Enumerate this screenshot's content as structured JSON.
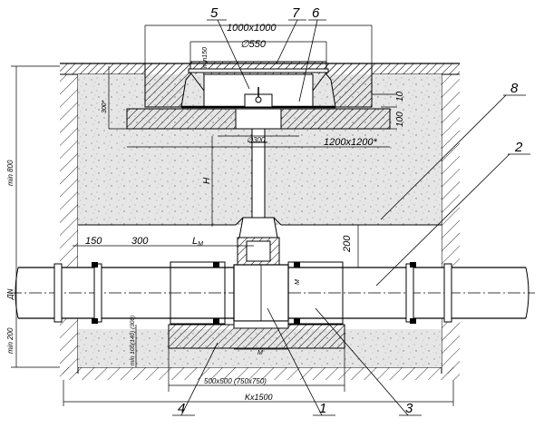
{
  "callouts": {
    "c1": "1",
    "c2": "2",
    "c3": "3",
    "c4": "4",
    "c5": "5",
    "c6": "6",
    "c7": "7",
    "c8": "8"
  },
  "dimensions": {
    "hatch_size": "1000x1000",
    "hatch_diameter": "∅550",
    "hatch_height": "min150",
    "slab_thickness_a": "10",
    "slab_thickness_b": "100",
    "slab_offset": "300*",
    "stem_diameter": "∅300",
    "slab_size": "1200x1200*",
    "depth": "min 800",
    "height_h": "H",
    "left_150": "150",
    "left_300": "300",
    "lm": "L",
    "lm_sub": "M",
    "right_200": "200",
    "dn": "ДN",
    "m_right": "M",
    "bottom_min200": "min 200",
    "base_height": "min 100(140) (300)",
    "base_m": "M",
    "base_500": "500x500 (750x750)",
    "kx1500": "Kx1500"
  },
  "colors": {
    "line": "#000000",
    "concrete": "#e2e2e2",
    "hatch": "#000000",
    "background": "#ffffff"
  }
}
